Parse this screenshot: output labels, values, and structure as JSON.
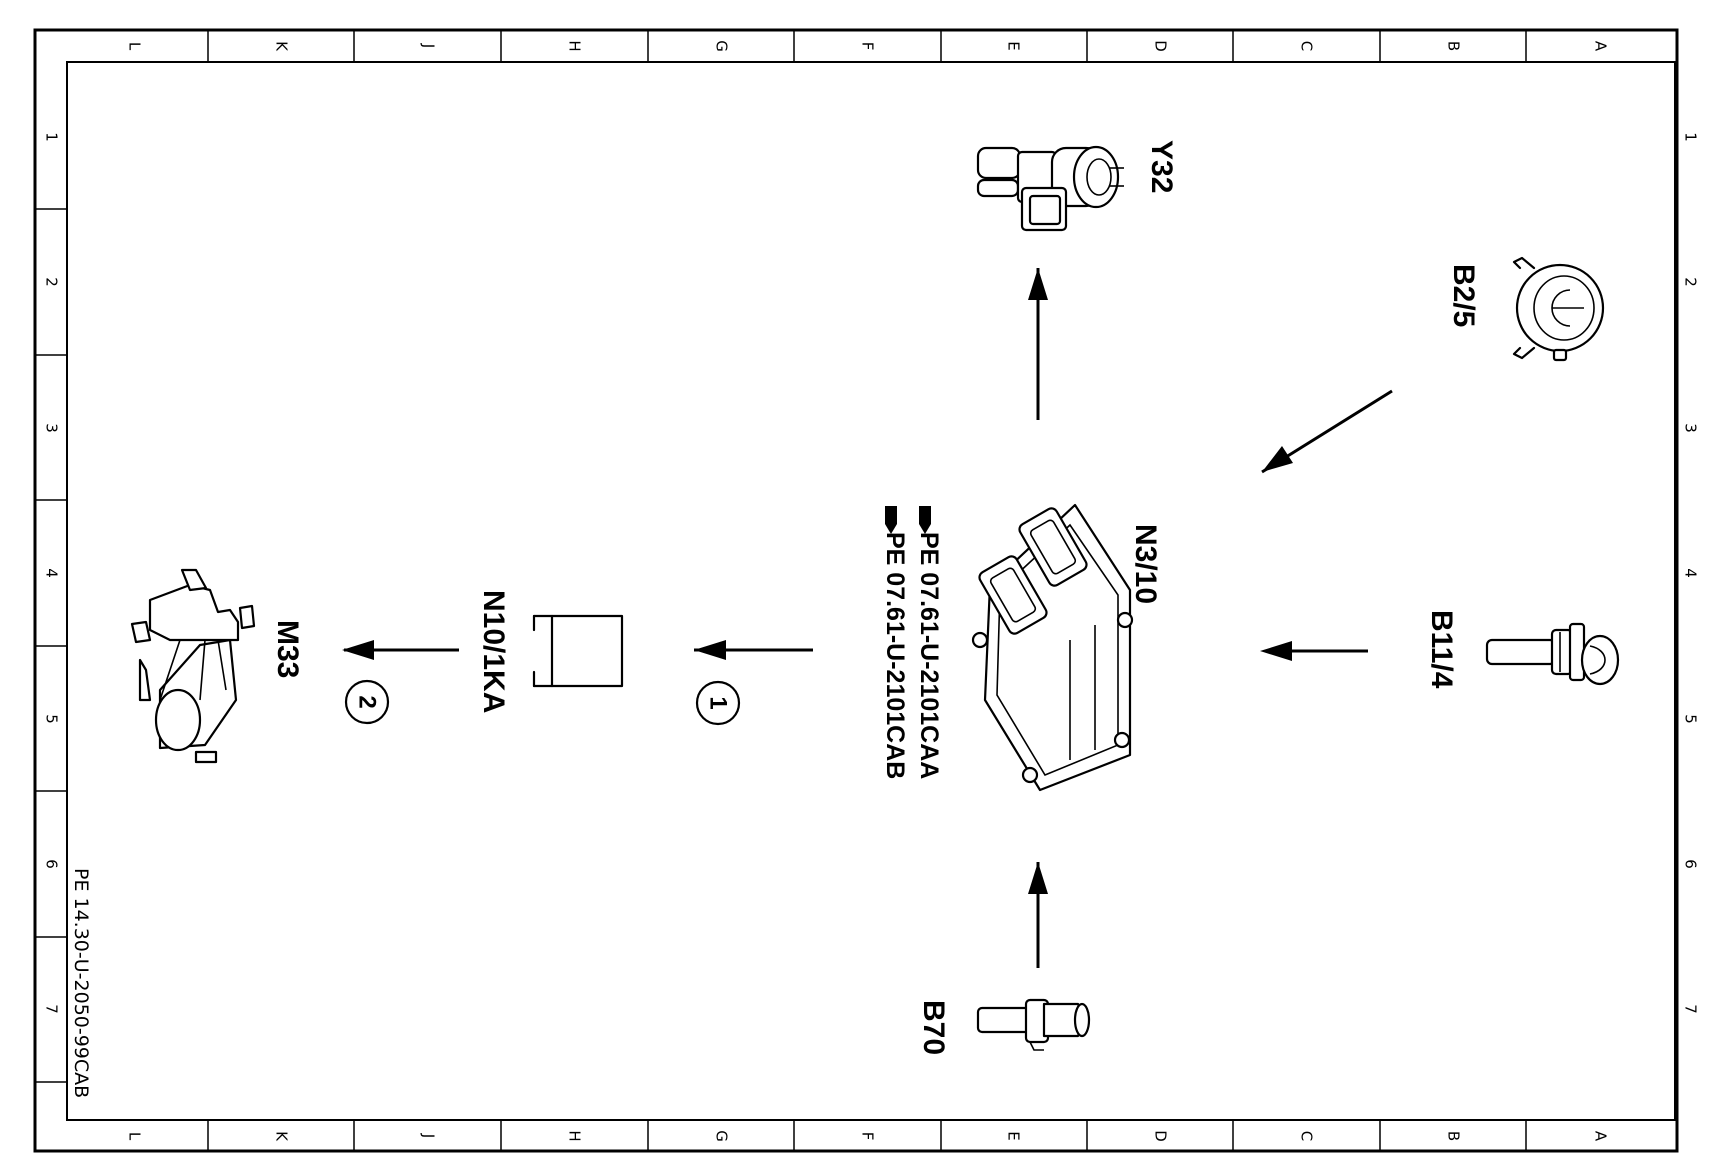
{
  "frame": {
    "column_letters": [
      "L",
      "K",
      "J",
      "H",
      "G",
      "F",
      "E",
      "D",
      "C",
      "B",
      "A"
    ],
    "row_numbers": [
      "1",
      "2",
      "3",
      "4",
      "5",
      "6",
      "7"
    ]
  },
  "components": {
    "y32": "Y32",
    "b2_5": "B2/5",
    "n3_10": "N3/10",
    "b11_4": "B11/4",
    "b70": "B70",
    "n10_1ka": "N10/1KA",
    "m33": "M33"
  },
  "references": {
    "ref1": "PE 07.61-U-2101CAA",
    "ref2": "PE 07.61-U-2101CAB"
  },
  "connections": {
    "circle1": "1",
    "circle2": "2"
  },
  "document_id": "PE 14.30-U-2050-99CAB"
}
